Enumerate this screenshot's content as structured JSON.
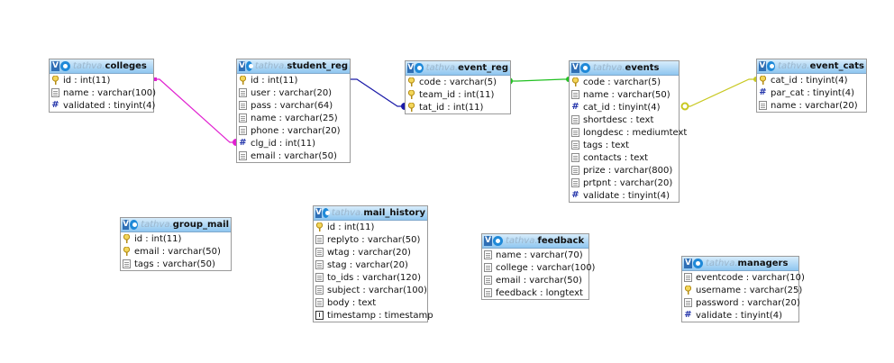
{
  "schema": "tathva",
  "colors": {
    "fk_red": "#e020d0",
    "fk_blue": "#1a1aa8",
    "fk_green": "#22c022",
    "fk_olive": "#c8c820"
  },
  "tables": [
    {
      "id": "colleges",
      "name": "colleges",
      "columns": [
        {
          "icon": "key-icon",
          "text": "id : int(11)"
        },
        {
          "icon": "text-field-icon",
          "text": "name : varchar(100)"
        },
        {
          "icon": "hash-icon",
          "text": "validated : tinyint(4)"
        }
      ]
    },
    {
      "id": "student_reg",
      "name": "student_reg",
      "columns": [
        {
          "icon": "key-icon",
          "text": "id : int(11)"
        },
        {
          "icon": "text-field-icon",
          "text": "user : varchar(20)"
        },
        {
          "icon": "text-field-icon",
          "text": "pass : varchar(64)"
        },
        {
          "icon": "text-field-icon",
          "text": "name : varchar(25)"
        },
        {
          "icon": "text-field-icon",
          "text": "phone : varchar(20)"
        },
        {
          "icon": "hash-icon",
          "text": "clg_id : int(11)"
        },
        {
          "icon": "text-field-icon",
          "text": "email : varchar(50)"
        }
      ]
    },
    {
      "id": "event_reg",
      "name": "event_reg",
      "columns": [
        {
          "icon": "key-icon",
          "text": "code : varchar(5)"
        },
        {
          "icon": "key-icon",
          "text": "team_id : int(11)"
        },
        {
          "icon": "key-icon",
          "text": "tat_id : int(11)"
        }
      ]
    },
    {
      "id": "events",
      "name": "events",
      "columns": [
        {
          "icon": "key-icon",
          "text": "code : varchar(5)"
        },
        {
          "icon": "text-field-icon",
          "text": "name : varchar(50)"
        },
        {
          "icon": "hash-icon",
          "text": "cat_id : tinyint(4)"
        },
        {
          "icon": "text-field-icon",
          "text": "shortdesc : text"
        },
        {
          "icon": "text-field-icon",
          "text": "longdesc : mediumtext"
        },
        {
          "icon": "text-field-icon",
          "text": "tags : text"
        },
        {
          "icon": "text-field-icon",
          "text": "contacts : text"
        },
        {
          "icon": "text-field-icon",
          "text": "prize : varchar(800)"
        },
        {
          "icon": "text-field-icon",
          "text": "prtpnt : varchar(20)"
        },
        {
          "icon": "hash-icon",
          "text": "validate : tinyint(4)"
        }
      ]
    },
    {
      "id": "event_cats",
      "name": "event_cats",
      "columns": [
        {
          "icon": "key-icon",
          "text": "cat_id : tinyint(4)"
        },
        {
          "icon": "hash-icon",
          "text": "par_cat : tinyint(4)"
        },
        {
          "icon": "text-field-icon",
          "text": "name : varchar(20)"
        }
      ]
    },
    {
      "id": "group_mail",
      "name": "group_mail",
      "columns": [
        {
          "icon": "key-icon",
          "text": "id : int(11)"
        },
        {
          "icon": "key-icon",
          "text": "email : varchar(50)"
        },
        {
          "icon": "text-field-icon",
          "text": "tags : varchar(50)"
        }
      ]
    },
    {
      "id": "mail_history",
      "name": "mail_history",
      "columns": [
        {
          "icon": "key-icon",
          "text": "id : int(11)"
        },
        {
          "icon": "text-field-icon",
          "text": "replyto : varchar(50)"
        },
        {
          "icon": "text-field-icon",
          "text": "wtag : varchar(20)"
        },
        {
          "icon": "text-field-icon",
          "text": "stag : varchar(20)"
        },
        {
          "icon": "text-field-icon",
          "text": "to_ids : varchar(120)"
        },
        {
          "icon": "text-field-icon",
          "text": "subject : varchar(100)"
        },
        {
          "icon": "text-field-icon",
          "text": "body : text"
        },
        {
          "icon": "timestamp-icon",
          "text": "timestamp : timestamp"
        }
      ]
    },
    {
      "id": "feedback",
      "name": "feedback",
      "columns": [
        {
          "icon": "text-field-icon",
          "text": "name : varchar(70)"
        },
        {
          "icon": "text-field-icon",
          "text": "college : varchar(100)"
        },
        {
          "icon": "text-field-icon",
          "text": "email : varchar(50)"
        },
        {
          "icon": "text-field-icon",
          "text": "feedback : longtext"
        }
      ]
    },
    {
      "id": "managers",
      "name": "managers",
      "columns": [
        {
          "icon": "text-field-icon",
          "text": "eventcode : varchar(10)"
        },
        {
          "icon": "key-icon",
          "text": "username : varchar(25)"
        },
        {
          "icon": "text-field-icon",
          "text": "password : varchar(20)"
        },
        {
          "icon": "hash-icon",
          "text": "validate : tinyint(4)"
        }
      ]
    }
  ],
  "relations": [
    {
      "id": "colleges-student_reg",
      "color": "#e020d0"
    },
    {
      "id": "student_reg-event_reg",
      "color": "#1a1aa8"
    },
    {
      "id": "event_reg-events",
      "color": "#22c022"
    },
    {
      "id": "events-event_cats",
      "color": "#c8c820"
    }
  ]
}
